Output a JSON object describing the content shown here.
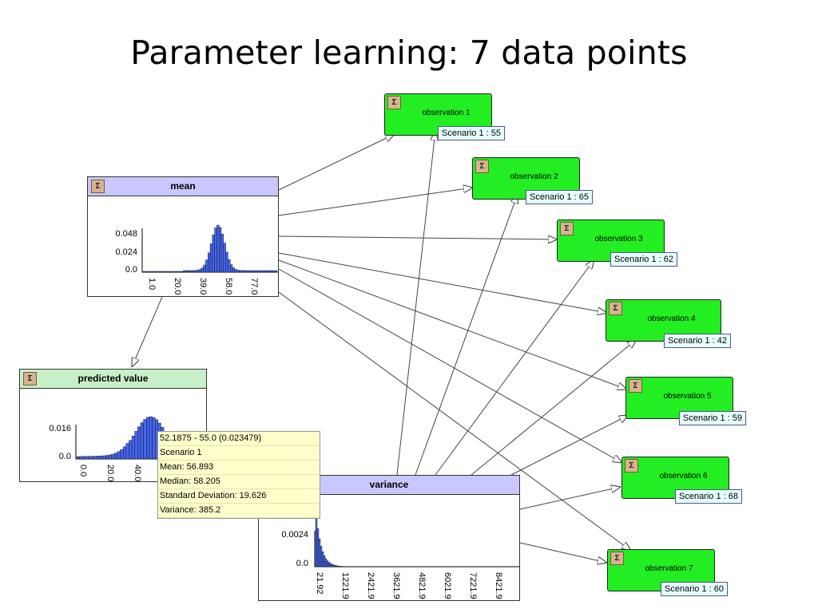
{
  "slide": {
    "title": "Parameter learning: 7 data points"
  },
  "colors": {
    "observation_fill": "#22ee22",
    "histogram_bar": "#4466ee",
    "mean_header": "#c8c8ff",
    "predicted_header": "#c8f0c8",
    "tooltip_bg": "#ffffcc",
    "scenario_bg": "#e6ffff"
  },
  "nodes": {
    "mean": {
      "title": "mean",
      "icon": "sigma-node-icon",
      "y_ticks": [
        "0.048",
        "0.024",
        "0.0"
      ],
      "x_ticks": [
        "1.0",
        "20.0",
        "39.0",
        "58.0",
        "77.0"
      ]
    },
    "predicted": {
      "title": "predicted value",
      "icon": "sigma-node-icon",
      "y_ticks": [
        "0.016",
        "0.0"
      ],
      "x_ticks": [
        "0.0",
        "20.0",
        "40.0"
      ]
    },
    "variance": {
      "title": "variance",
      "icon": "sigma-node-icon",
      "y_ticks": [
        "0.0024",
        "0.0"
      ],
      "x_ticks": [
        "21.92",
        "1221.9",
        "2421.9",
        "3621.9",
        "4821.9",
        "6021.9",
        "7221.9",
        "8421.9"
      ]
    }
  },
  "tooltip": {
    "lines": [
      "52.1875 - 55.0 (0.023479)",
      "Scenario 1",
      "Mean: 56.893",
      "Median: 58.205",
      "Standard Deviation: 19.626",
      "Variance: 385.2"
    ]
  },
  "observations": [
    {
      "label": "observation 1",
      "scenario": "Scenario 1 : 55"
    },
    {
      "label": "observation 2",
      "scenario": "Scenario 1 : 65"
    },
    {
      "label": "observation 3",
      "scenario": "Scenario 1 : 62"
    },
    {
      "label": "observation 4",
      "scenario": "Scenario 1 : 42"
    },
    {
      "label": "observation 5",
      "scenario": "Scenario 1 : 59"
    },
    {
      "label": "observation 6",
      "scenario": "Scenario 1 : 68"
    },
    {
      "label": "observation 7",
      "scenario": "Scenario 1 : 60"
    }
  ]
}
